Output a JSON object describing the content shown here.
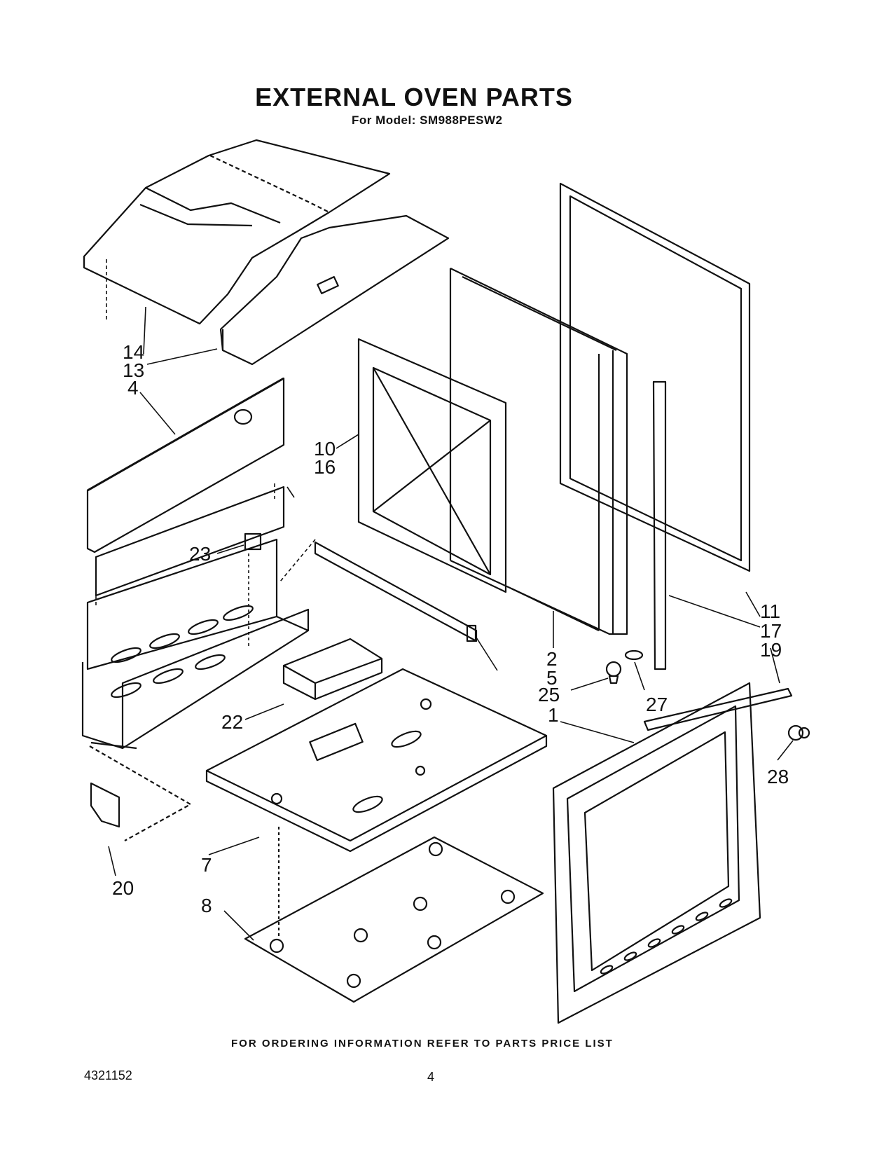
{
  "header": {
    "title": "EXTERNAL OVEN PARTS",
    "model_line": "For Model: SM988PESW2"
  },
  "callouts": {
    "c14": "14",
    "c13": "13",
    "c4": "4",
    "c10": "10",
    "c16": "16",
    "c23": "23",
    "c22": "22",
    "c20": "20",
    "c7": "7",
    "c8": "8",
    "c2": "2",
    "c5": "5",
    "c25": "25",
    "c27": "27",
    "c1": "1",
    "c11": "11",
    "c17": "17",
    "c19": "19",
    "c28": "28"
  },
  "footer": {
    "ordering_note": "FOR ORDERING INFORMATION REFER TO PARTS PRICE LIST",
    "doc_number": "4321152",
    "page_number": "4"
  }
}
